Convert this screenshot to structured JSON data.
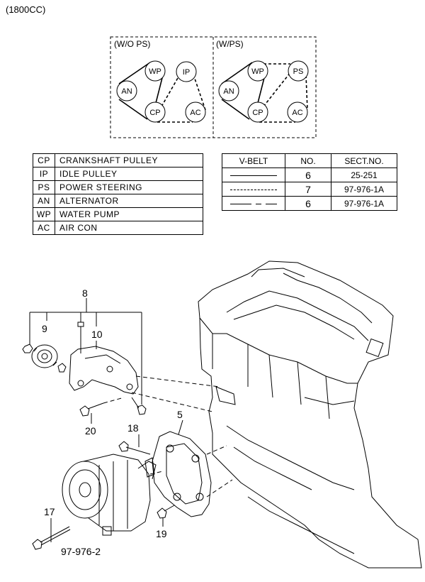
{
  "engine_label": "(1800CC)",
  "belt_diagram": {
    "left_panel": {
      "title": "(W/O PS)",
      "pulleys": [
        "WP",
        "IP",
        "AN",
        "CP",
        "AC"
      ]
    },
    "right_panel": {
      "title": "(W/PS)",
      "pulleys": [
        "WP",
        "PS",
        "AN",
        "CP",
        "AC"
      ]
    }
  },
  "legend": [
    {
      "code": "CP",
      "description": "CRANKSHAFT PULLEY"
    },
    {
      "code": "IP",
      "description": "IDLE PULLEY"
    },
    {
      "code": "PS",
      "description": "POWER STEERING"
    },
    {
      "code": "AN",
      "description": "ALTERNATOR"
    },
    {
      "code": "WP",
      "description": "WATER PUMP"
    },
    {
      "code": "AC",
      "description": "AIR CON"
    }
  ],
  "belt_table": {
    "headers": [
      "V-BELT",
      "NO.",
      "SECT.NO."
    ],
    "rows": [
      {
        "line_style": "solid",
        "no": "6",
        "sect": "25-251"
      },
      {
        "line_style": "dashed",
        "no": "7",
        "sect": "97-976-1A"
      },
      {
        "line_style": "dash-dot",
        "no": "6",
        "sect": "97-976-1A"
      }
    ]
  },
  "parts": {
    "callouts": [
      "8",
      "9",
      "10",
      "20",
      "18",
      "5",
      "17",
      "19"
    ],
    "compressor_ref": "97-976-2"
  }
}
